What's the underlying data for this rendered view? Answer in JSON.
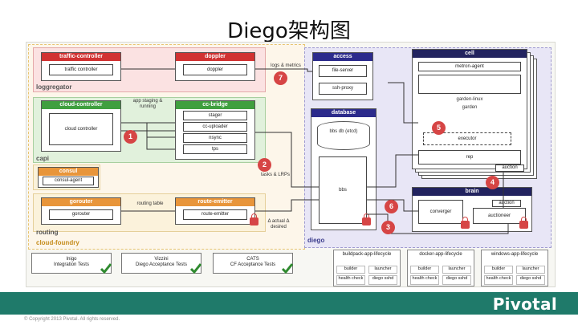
{
  "slide": {
    "title": "Diego架构图",
    "copyright": "© Copyright 2013 Pivotal. All rights reserved.",
    "brand": "Pivotal"
  },
  "colors": {
    "footer_bar": "#1f7a6a",
    "component_red": "#d13232",
    "component_green": "#3f9f3f",
    "component_orange": "#e8953a",
    "component_blue": "#2c2b8c",
    "step_badge": "#d64545"
  },
  "diagram": {
    "zones": {
      "cloud_foundry": "cloud-foundry",
      "diego": "diego"
    },
    "groups": {
      "loggregator": "loggregator",
      "capi": "capi",
      "routing": "routing"
    },
    "traffic_controller": {
      "title": "traffic-controller",
      "process": "traffic controller"
    },
    "doppler": {
      "title": "doppler",
      "process": "doppler"
    },
    "cloud_controller": {
      "title": "cloud-controller",
      "process": "cloud controller"
    },
    "cc_bridge": {
      "title": "cc-bridge",
      "processes": [
        "stager",
        "cc-uploader",
        "nsync",
        "tps"
      ]
    },
    "consul": {
      "title": "consul",
      "process": "consul-agent"
    },
    "gorouter": {
      "title": "gorouter",
      "process": "gorouter"
    },
    "route_emitter": {
      "title": "route-emitter",
      "process": "route-emitter"
    },
    "access": {
      "title": "access",
      "processes": [
        "file-server",
        "ssh-proxy"
      ]
    },
    "database": {
      "title": "database",
      "store": "bbs db (etcd)",
      "process": "bbs"
    },
    "cell": {
      "title": "cell",
      "agent": "metron-agent",
      "garden_label": "garden-linux",
      "garden": "garden",
      "executor": "executor",
      "rep": "rep",
      "auction": "auction"
    },
    "brain": {
      "title": "brain",
      "converger": "converger",
      "auction": "auction",
      "auctioneer": "auctioneer"
    },
    "annotations": {
      "logs_metrics": "logs & metrics",
      "staging": "app staging & running",
      "tasks": "tasks & LRPs",
      "routing_table": "routing table",
      "desired": "Δ actual Δ desired"
    },
    "steps": [
      "1",
      "2",
      "3",
      "4",
      "5",
      "6",
      "7"
    ]
  },
  "tests": [
    {
      "name": "Inigo",
      "desc": "Integration Tests"
    },
    {
      "name": "Vizzini",
      "desc": "Diego Acceptance Tests"
    },
    {
      "name": "CATS",
      "desc": "CF Acceptance Tests"
    }
  ],
  "lifecycles": [
    {
      "title": "buildpack-app-lifecycle",
      "cells": [
        "builder",
        "launcher",
        "health check",
        "diego sshd"
      ]
    },
    {
      "title": "docker-app-lifecycle",
      "cells": [
        "builder",
        "launcher",
        "health check",
        "diego sshd"
      ]
    },
    {
      "title": "windows-app-lifecycle",
      "cells": [
        "builder",
        "launcher",
        "health check",
        "diego sshd"
      ]
    }
  ]
}
